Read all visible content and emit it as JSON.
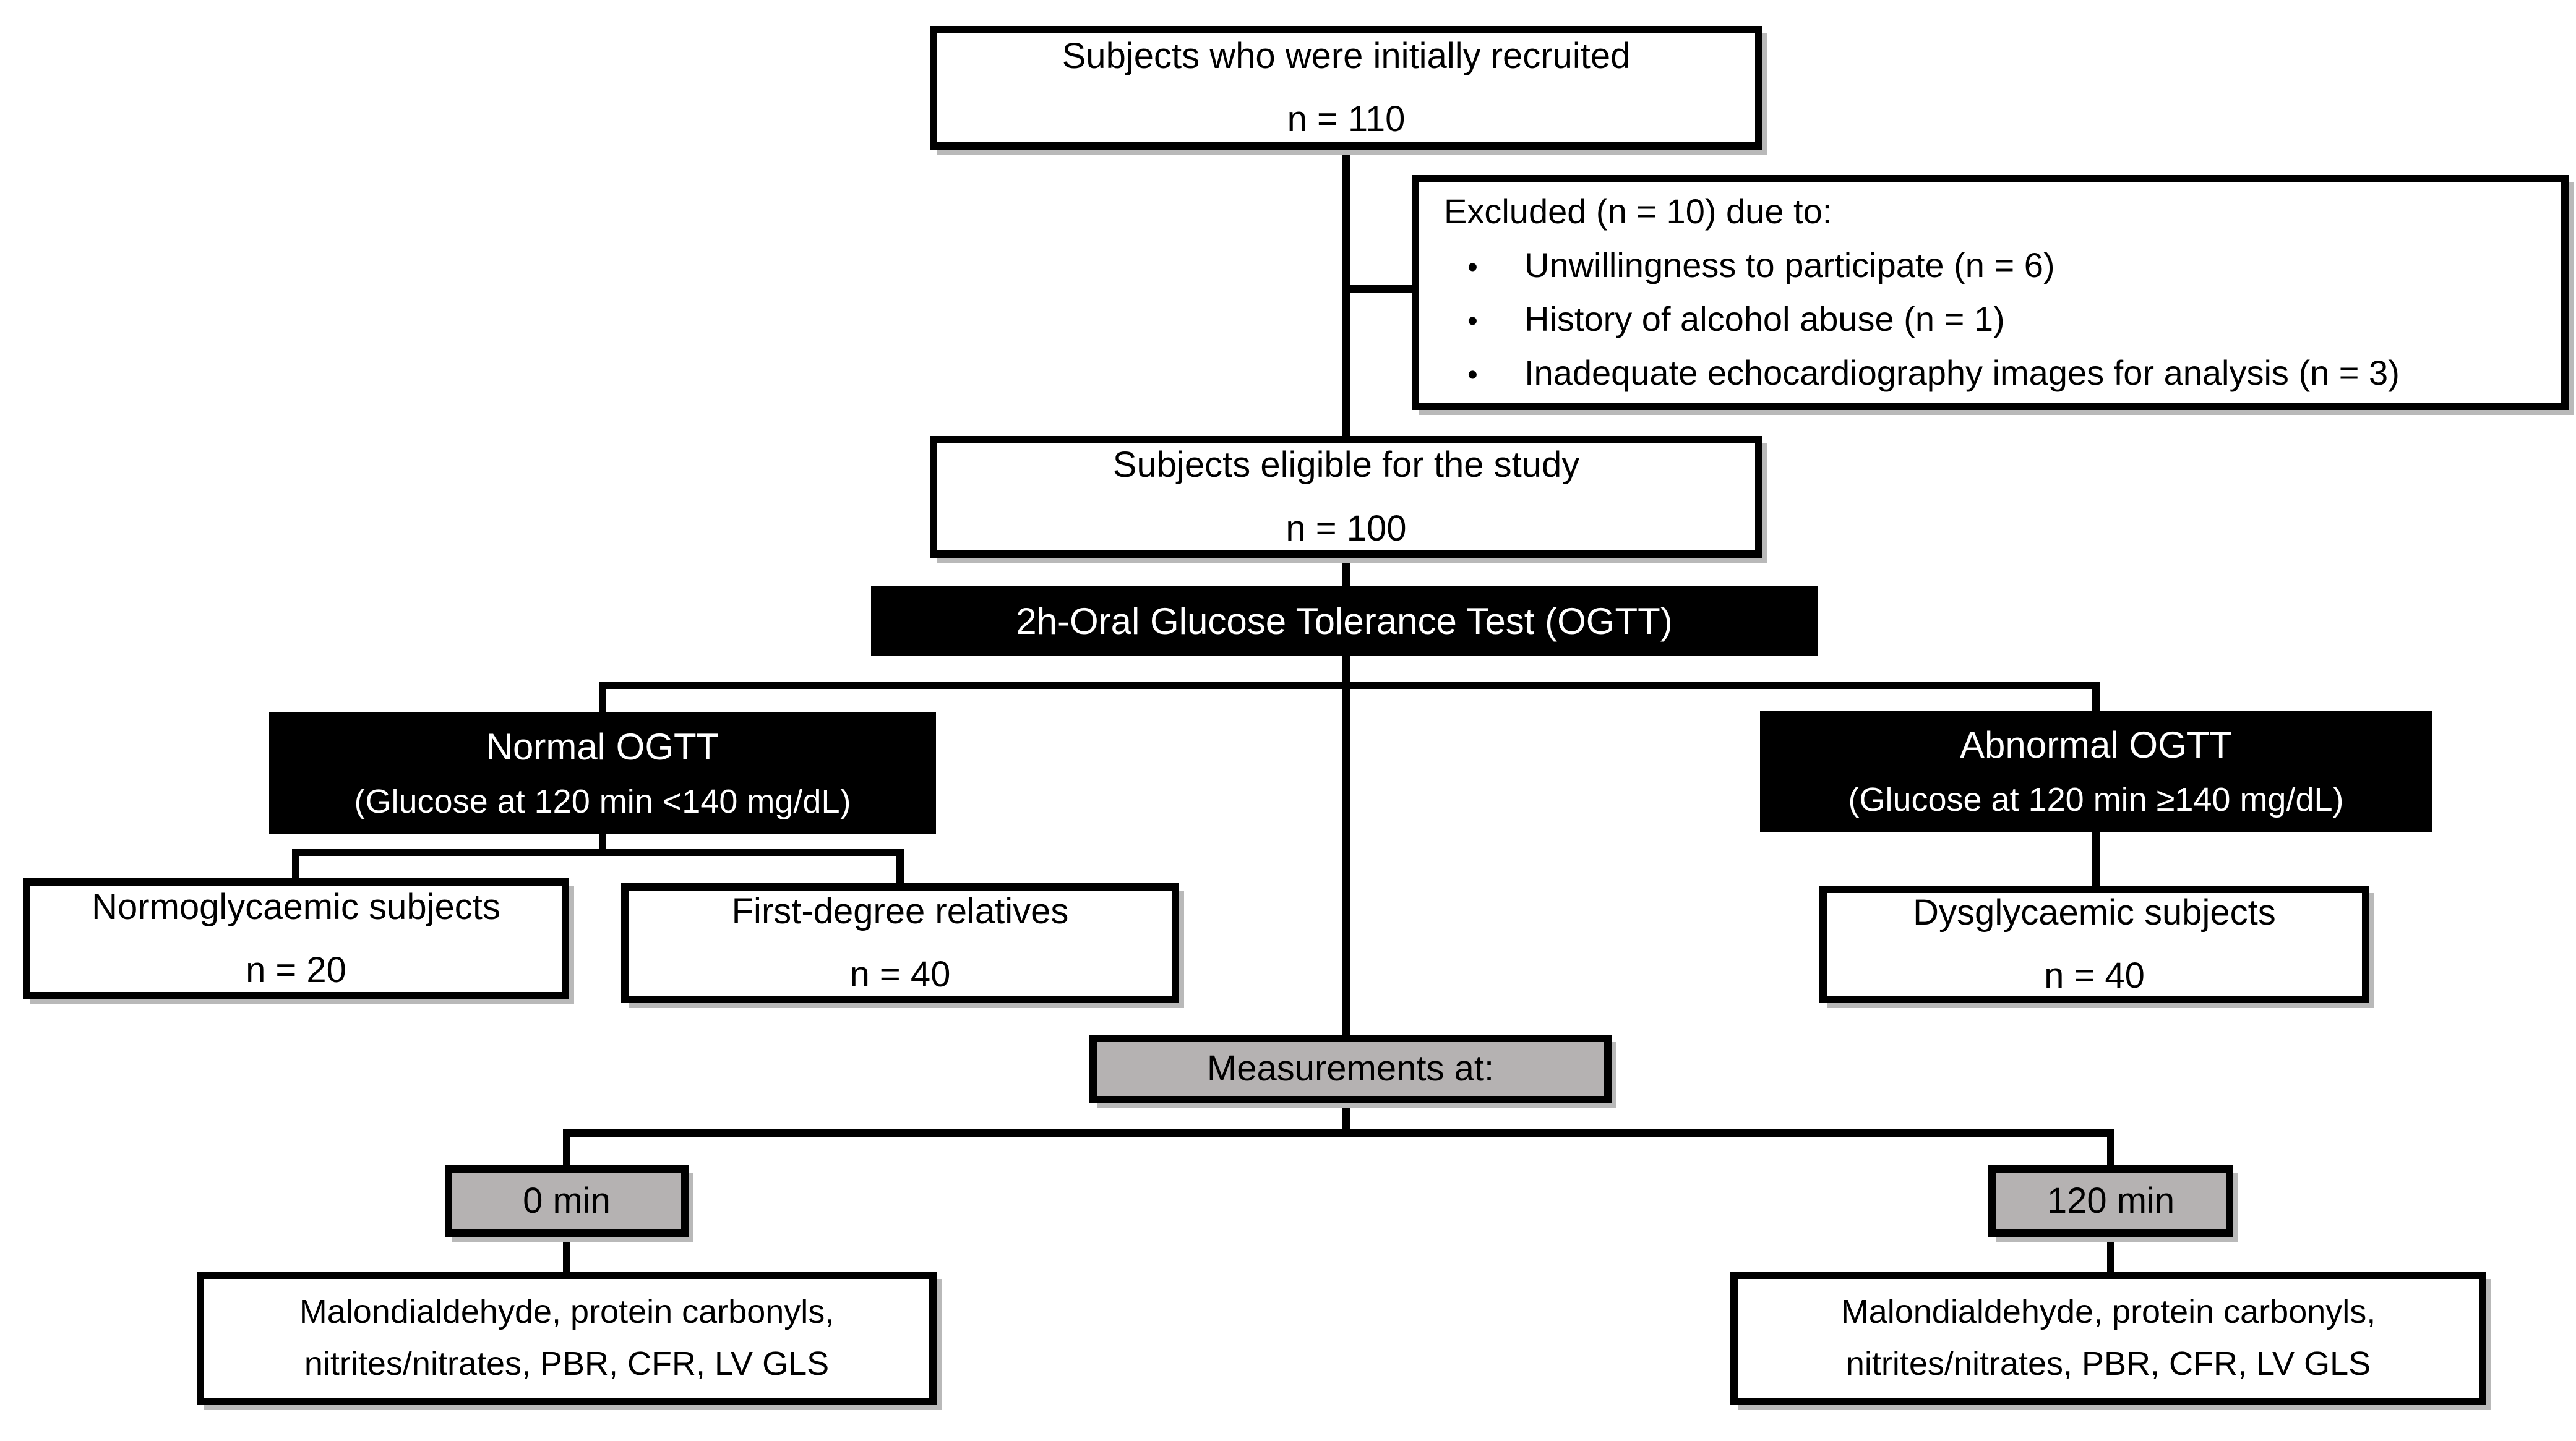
{
  "flow": {
    "recruited": {
      "line1": "Subjects who were initially recruited",
      "line2": "n = 110"
    },
    "excluded": {
      "heading": "Excluded (n = 10) due to:",
      "bullet_glyph": "•",
      "bullets": [
        "Unwillingness to participate (n = 6)",
        "History of alcohol abuse (n = 1)",
        "Inadequate echocardiography images for analysis (n = 3)"
      ]
    },
    "eligible": {
      "line1": "Subjects eligible for the study",
      "line2": "n = 100"
    },
    "ogtt": {
      "label": "2h-Oral Glucose Tolerance Test (OGTT)"
    },
    "normal_ogtt": {
      "line1": "Normal OGTT",
      "line2": "(Glucose at 120 min <140 mg/dL)"
    },
    "abnormal_ogtt": {
      "line1": "Abnormal OGTT",
      "line2": "(Glucose at 120 min ≥140 mg/dL)"
    },
    "normoglycaemic": {
      "line1": "Normoglycaemic subjects",
      "line2": "n = 20"
    },
    "first_degree": {
      "line1": "First-degree relatives",
      "line2": "n = 40"
    },
    "dysglycaemic": {
      "line1": "Dysglycaemic subjects",
      "line2": "n = 40"
    },
    "measurements": {
      "label": "Measurements at:"
    },
    "time_0": {
      "label": "0 min"
    },
    "time_120": {
      "label": "120 min"
    },
    "measures_at_0": {
      "label": "Malondialdehyde, protein carbonyls, nitrites/nitrates, PBR, CFR, LV GLS"
    },
    "measures_at_120": {
      "label": "Malondialdehyde, protein carbonyls, nitrites/nitrates, PBR, CFR, LV GLS"
    },
    "colors": {
      "box_fill_black": "#000000",
      "box_fill_gray": "#b5b2b2",
      "box_border": "#000000",
      "text_on_black": "#ffffff",
      "background": "#ffffff"
    }
  }
}
